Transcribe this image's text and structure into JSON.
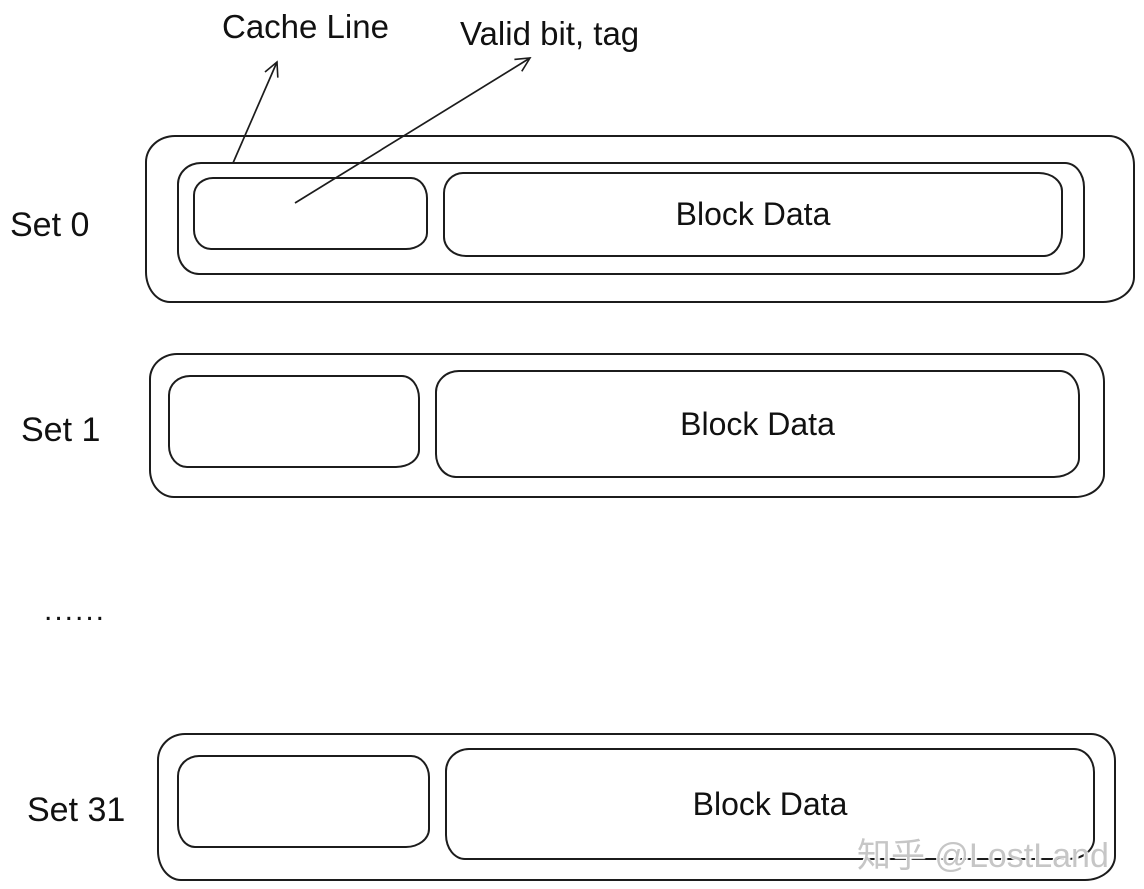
{
  "annotations": {
    "cache_line_label": "Cache Line",
    "valid_bit_tag_label": "Valid bit, tag",
    "continuation_dots": "......"
  },
  "sets": [
    {
      "label": "Set 0",
      "block_data_label": "Block Data"
    },
    {
      "label": "Set 1",
      "block_data_label": "Block Data"
    },
    {
      "label": "Set 31",
      "block_data_label": "Block Data"
    }
  ],
  "watermark": "知乎 @LostLand",
  "colors": {
    "line": "#1c1c1c",
    "text": "#111111",
    "watermark": "#c6c6c6",
    "background": "#ffffff"
  }
}
